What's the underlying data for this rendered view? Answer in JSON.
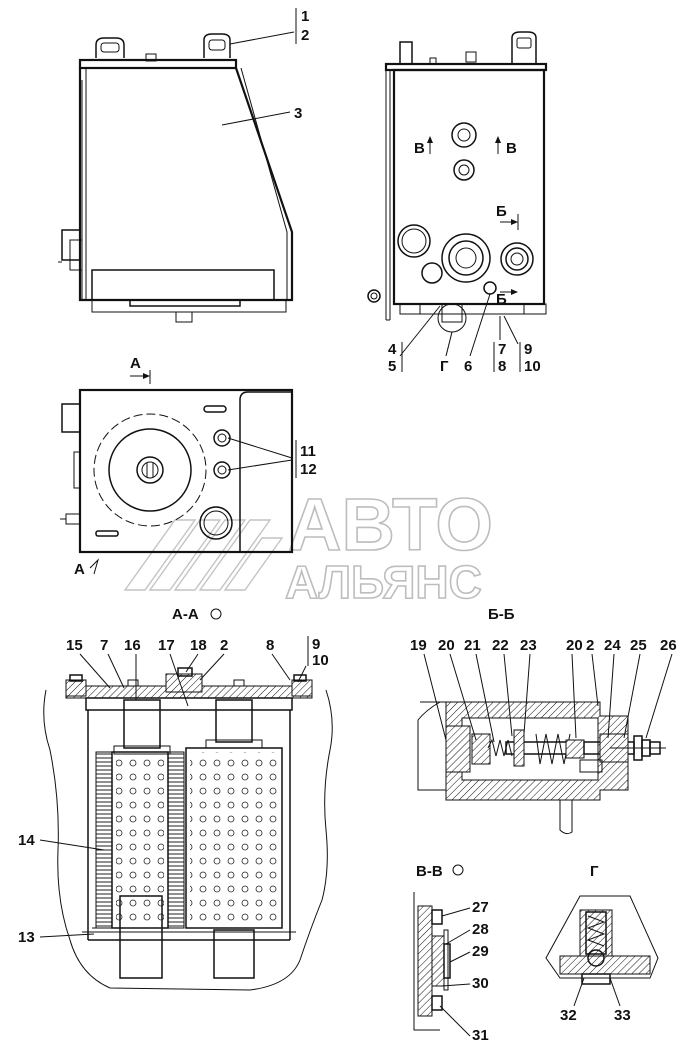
{
  "watermark": {
    "line1": "АВТО",
    "line2": "АЛЬЯНС"
  },
  "section_titles": {
    "aa": "А-А",
    "bb": "Б-Б",
    "vv": "В-В",
    "g": "Г"
  },
  "view_markers": {
    "a_top": "А",
    "a_bottom": "А",
    "v_left": "В",
    "v_right": "В",
    "b_top": "Б",
    "b_bottom": "Б",
    "g_ref": "Г"
  },
  "callouts": {
    "c1": "1",
    "c2": "2",
    "c3": "3",
    "c4": "4",
    "c5": "5",
    "c6": "6",
    "c7": "7",
    "c8": "8",
    "c9": "9",
    "c10": "10",
    "c11": "11",
    "c12": "12",
    "c13": "13",
    "c14": "14",
    "c15": "15",
    "c7b": "7",
    "c16": "16",
    "c17": "17",
    "c18": "18",
    "c2b": "2",
    "c8b": "8",
    "c9b": "9",
    "c10b": "10",
    "c19": "19",
    "c20": "20",
    "c21": "21",
    "c22": "22",
    "c23": "23",
    "c20b": "20",
    "c2c": "2",
    "c24": "24",
    "c25": "25",
    "c26": "26",
    "c27": "27",
    "c28": "28",
    "c29": "29",
    "c30": "30",
    "c31": "31",
    "c32": "32",
    "c33": "33"
  }
}
